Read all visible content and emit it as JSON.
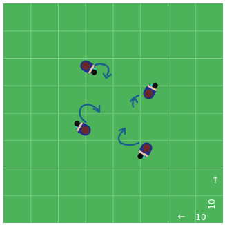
{
  "scene": {
    "background_color": "#4db35b",
    "grid_color": "#7ccf85",
    "grid_divisions": 8,
    "arrow_color": "#1f5f8f",
    "robot_body_color": "#1f2f8a",
    "robot_back_color": "#6b2a2a",
    "robot_stripe_color": "#f0c7a0",
    "robot_marker_color": "#2bd6c5",
    "ball_color": "#111111"
  },
  "agents": [
    {
      "id": "agent-1",
      "heading_deg": 30
    },
    {
      "id": "agent-2",
      "heading_deg": -60
    },
    {
      "id": "agent-3",
      "heading_deg": 210
    },
    {
      "id": "agent-4",
      "heading_deg": 120
    }
  ],
  "scale": {
    "horizontal_label": "10",
    "vertical_label": "10",
    "horizontal_arrow": "←",
    "vertical_arrow": "↑"
  }
}
